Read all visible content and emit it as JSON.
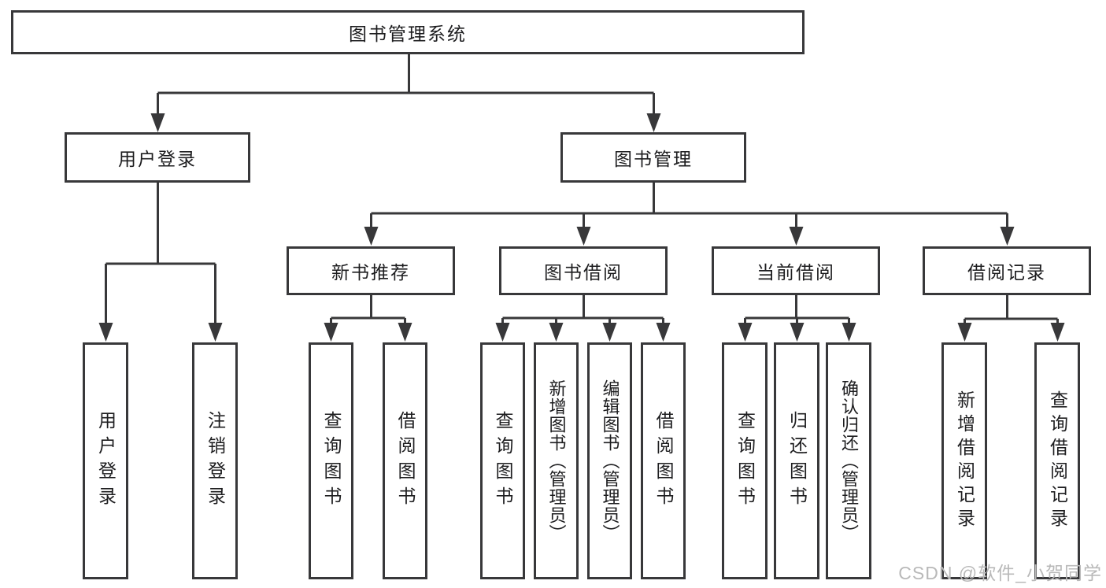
{
  "tree": {
    "label": "图书管理系统",
    "children": [
      {
        "label": "用户登录",
        "children": [
          {
            "label": "用户登录"
          },
          {
            "label": "注销登录"
          }
        ]
      },
      {
        "label": "图书管理",
        "children": [
          {
            "label": "新书推荐",
            "children": [
              {
                "label": "查询图书"
              },
              {
                "label": "借阅图书"
              }
            ]
          },
          {
            "label": "图书借阅",
            "children": [
              {
                "label": "查询图书"
              },
              {
                "label": "新增图书（管理员）"
              },
              {
                "label": "编辑图书（管理员）"
              },
              {
                "label": "借阅图书"
              }
            ]
          },
          {
            "label": "当前借阅",
            "children": [
              {
                "label": "查询图书"
              },
              {
                "label": "归还图书"
              },
              {
                "label": "确认归还（管理员）"
              }
            ]
          },
          {
            "label": "借阅记录",
            "children": [
              {
                "label": "新增借阅记录"
              },
              {
                "label": "查询借阅记录"
              }
            ]
          }
        ]
      }
    ]
  },
  "watermark": {
    "text": "CSDN @软件_小贺同学"
  },
  "colors": {
    "line": "#38383a",
    "text": "#1d1d1f",
    "box-fill": "#ffffff",
    "watermark": "#b9b9b9",
    "background": "#ffffff"
  }
}
